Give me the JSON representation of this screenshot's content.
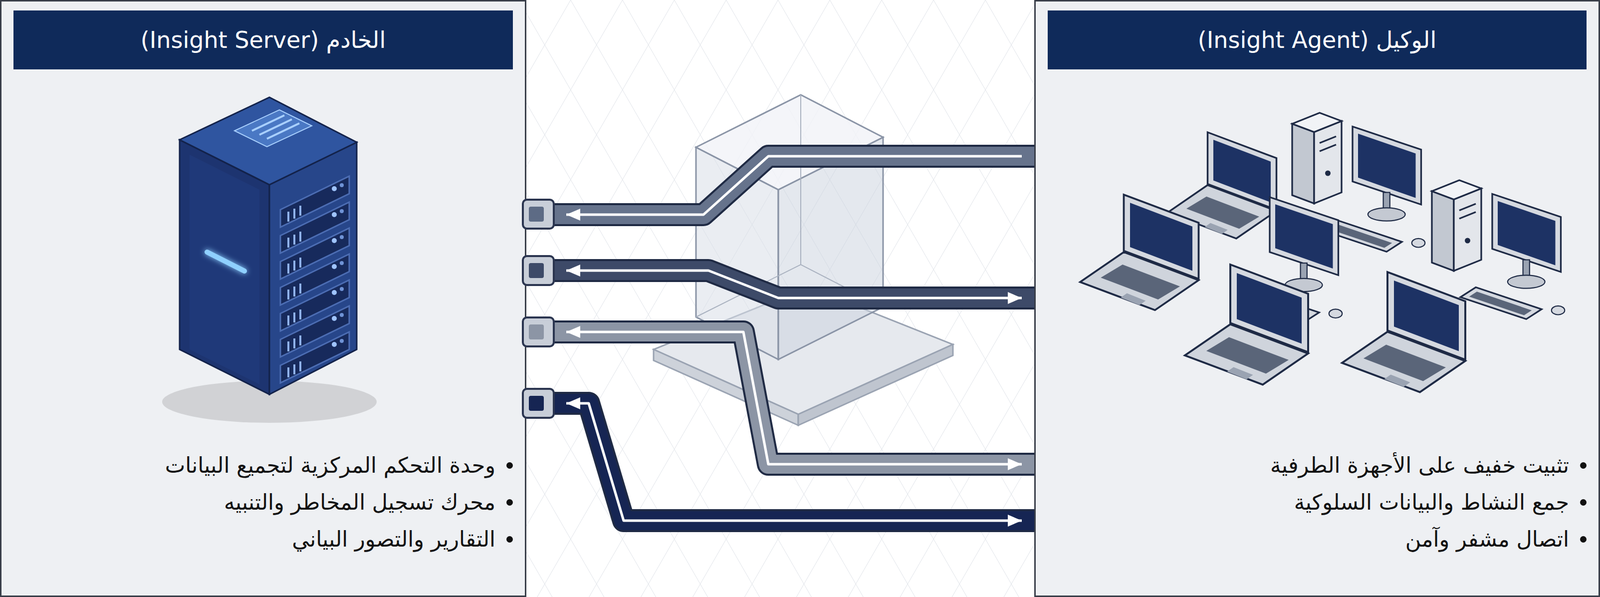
{
  "diagram": {
    "nodes": [
      {
        "text": [
          "الوكيل (Insight Agent)",
          "تثبيت خفيف على الأجهزة الطرفية",
          "جمع النشاط والبيانات السلوكية",
          "اتصال مشفر وآمن"
        ]
      },
      {
        "text": [
          "الخادم (Insight Server)",
          "وحدة التحكم المركزية لتجميع البيانات",
          "محرك تسجيل المخاطر والتنبيه",
          "التقارير والتصور البياني"
        ]
      }
    ],
    "edges": [
      {
        "from": 0,
        "to": 1,
        "arrow": "to"
      },
      {
        "from": 0,
        "to": 1,
        "arrow": "both"
      },
      {
        "from": 0,
        "to": 1,
        "arrow": "both"
      },
      {
        "from": 0,
        "to": 1,
        "arrow": "both"
      }
    ]
  }
}
